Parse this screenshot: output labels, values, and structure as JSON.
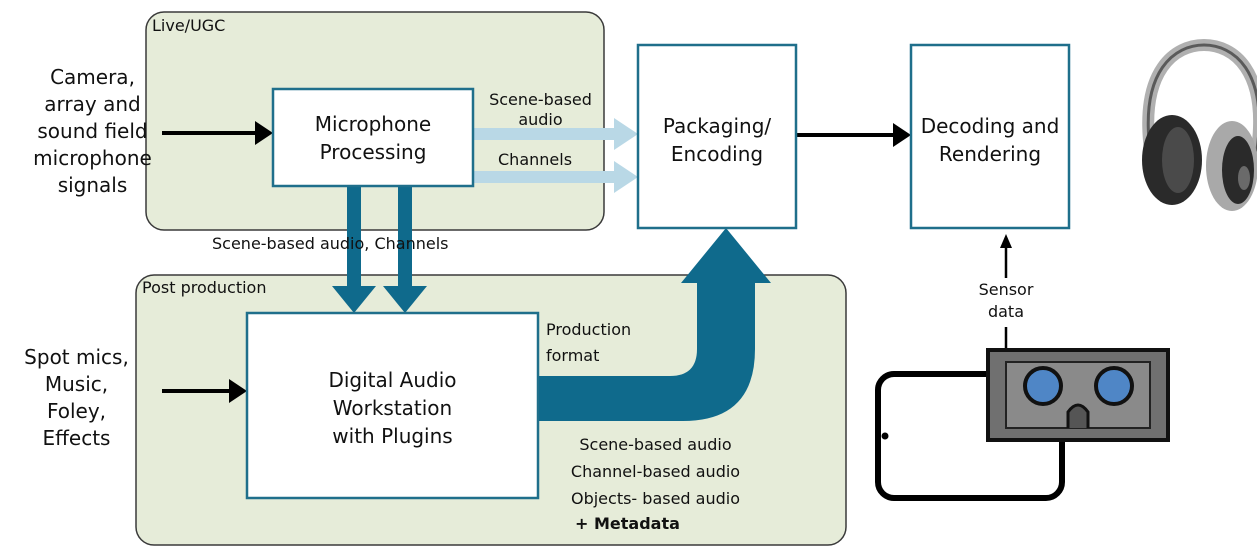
{
  "groups": {
    "live_ugc": "Live/UGC",
    "post_production": "Post production"
  },
  "inputs": {
    "mic_signals": [
      "Camera,",
      "array and",
      "sound field",
      "microphone",
      "signals"
    ],
    "sources": [
      "Spot mics,",
      "Music,",
      "Foley,",
      "Effects"
    ]
  },
  "boxes": {
    "microphone_processing": [
      "Microphone",
      "Processing"
    ],
    "daw": [
      "Digital Audio",
      "Workstation",
      "with Plugins"
    ],
    "packaging": [
      "Packaging/",
      "Encoding"
    ],
    "decoding": [
      "Decoding and",
      "Rendering"
    ]
  },
  "edge_labels": {
    "scene_based_audio_top": [
      "Scene-based",
      "audio"
    ],
    "channels": "Channels",
    "scene_based_audio_channels": "Scene-based audio, Channels",
    "production_format": [
      "Production",
      "format"
    ],
    "output_formats": [
      "Scene-based audio",
      "Channel-based audio",
      "Objects- based audio"
    ],
    "metadata": "+ Metadata",
    "sensor_data": [
      "Sensor",
      "data"
    ]
  },
  "colors": {
    "group_fill": "#e6ecd9",
    "group_border": "#3a3a3a",
    "box_border": "#1f6f8b",
    "thick_arrow": "#0f6a8c",
    "light_arrow": "#b9d8e6",
    "vr_lens": "#4f86c6"
  }
}
